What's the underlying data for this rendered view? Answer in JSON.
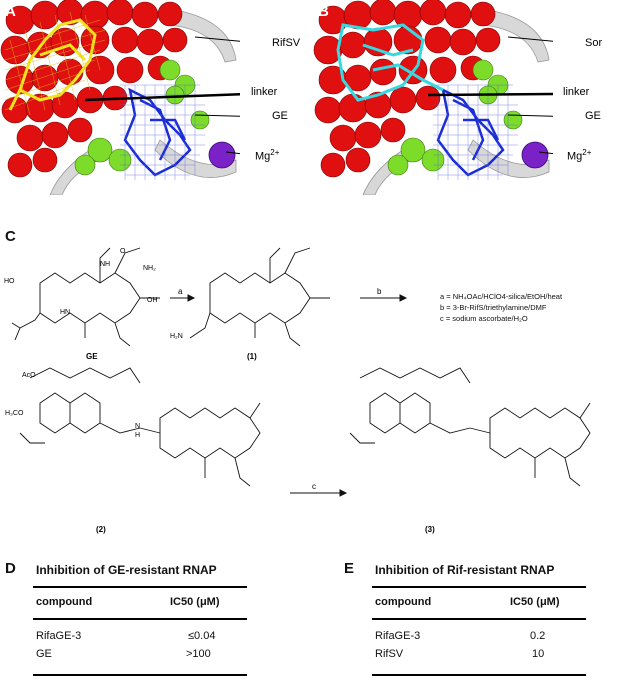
{
  "panels": {
    "a": "A",
    "b": "B",
    "c": "C",
    "d": "D",
    "e": "E"
  },
  "structure_a": {
    "label_top": "RifSV",
    "label_linker": "linker",
    "label_ge": "GE",
    "label_mg": "Mg",
    "label_mg_sup": "2+"
  },
  "structure_b": {
    "label_top": "Sor",
    "label_linker": "linker",
    "label_ge": "GE",
    "label_mg": "Mg",
    "label_mg_sup": "2+"
  },
  "colors": {
    "protein_red": "#e01010",
    "protein_green": "#7ddc2a",
    "ge_blue": "#1a2cd6",
    "rif_yellow": "#f2e41e",
    "sor_cyan": "#38d8e0",
    "mg_purple": "#7a22c8",
    "ribbon_gray": "#d8d8d8"
  },
  "scheme": {
    "arrow_a": "a",
    "arrow_b": "b",
    "arrow_c": "c",
    "legend": [
      "a = NH₄OAc/HClO4-silica/EtOH/heat",
      "b = 3-Br-RifS/triethylamine/DMF",
      "c = sodium ascorbate/H₂O"
    ],
    "compound_ge": "GE",
    "compound_1": "(1)",
    "compound_2": "(2)",
    "compound_3": "(3)",
    "atoms": {
      "ho": "HO",
      "oh": "OH",
      "nh": "NH",
      "hn": "HN",
      "o": "O",
      "nh2": "NH₂",
      "h2n": "H₂N",
      "n": "N",
      "h": "H",
      "aco": "AcO",
      "h3co": "H₃CO"
    }
  },
  "table_d": {
    "title": "Inhibition of GE-resistant RNAP",
    "col_compound": "compound",
    "col_ic50": "IC50 (μM)",
    "rows": [
      {
        "compound": "RifaGE-3",
        "ic50": "≤0.04"
      },
      {
        "compound": "GE",
        "ic50": ">100"
      }
    ]
  },
  "table_e": {
    "title": "Inhibition of Rif-resistant RNAP",
    "col_compound": "compound",
    "col_ic50": "IC50 (μM)",
    "rows": [
      {
        "compound": "RifaGE-3",
        "ic50": "0.2"
      },
      {
        "compound": "RifSV",
        "ic50": "10"
      }
    ]
  }
}
